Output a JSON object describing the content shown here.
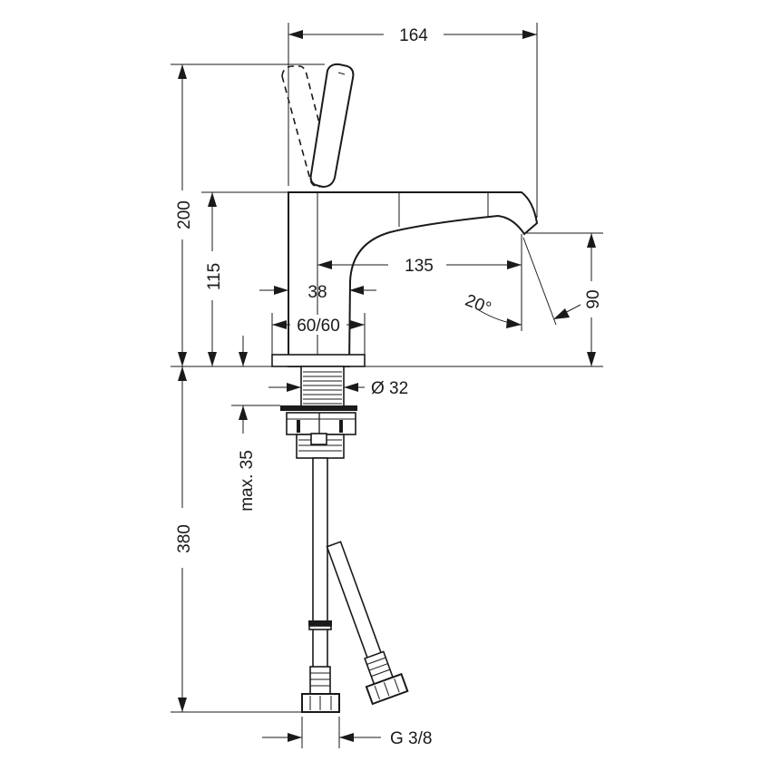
{
  "dimensions": {
    "total_width": "164",
    "total_height": "200",
    "body_height": "115",
    "spout_reach": "135",
    "body_width": "38",
    "base_size": "60/60",
    "spout_height": "90",
    "spout_angle": "20°",
    "shank_diameter": "Ø 32",
    "max_thickness": "max. 35",
    "hose_length": "380",
    "connection": "G 3/8"
  },
  "colors": {
    "line": "#1a1a1a",
    "background": "#ffffff"
  }
}
